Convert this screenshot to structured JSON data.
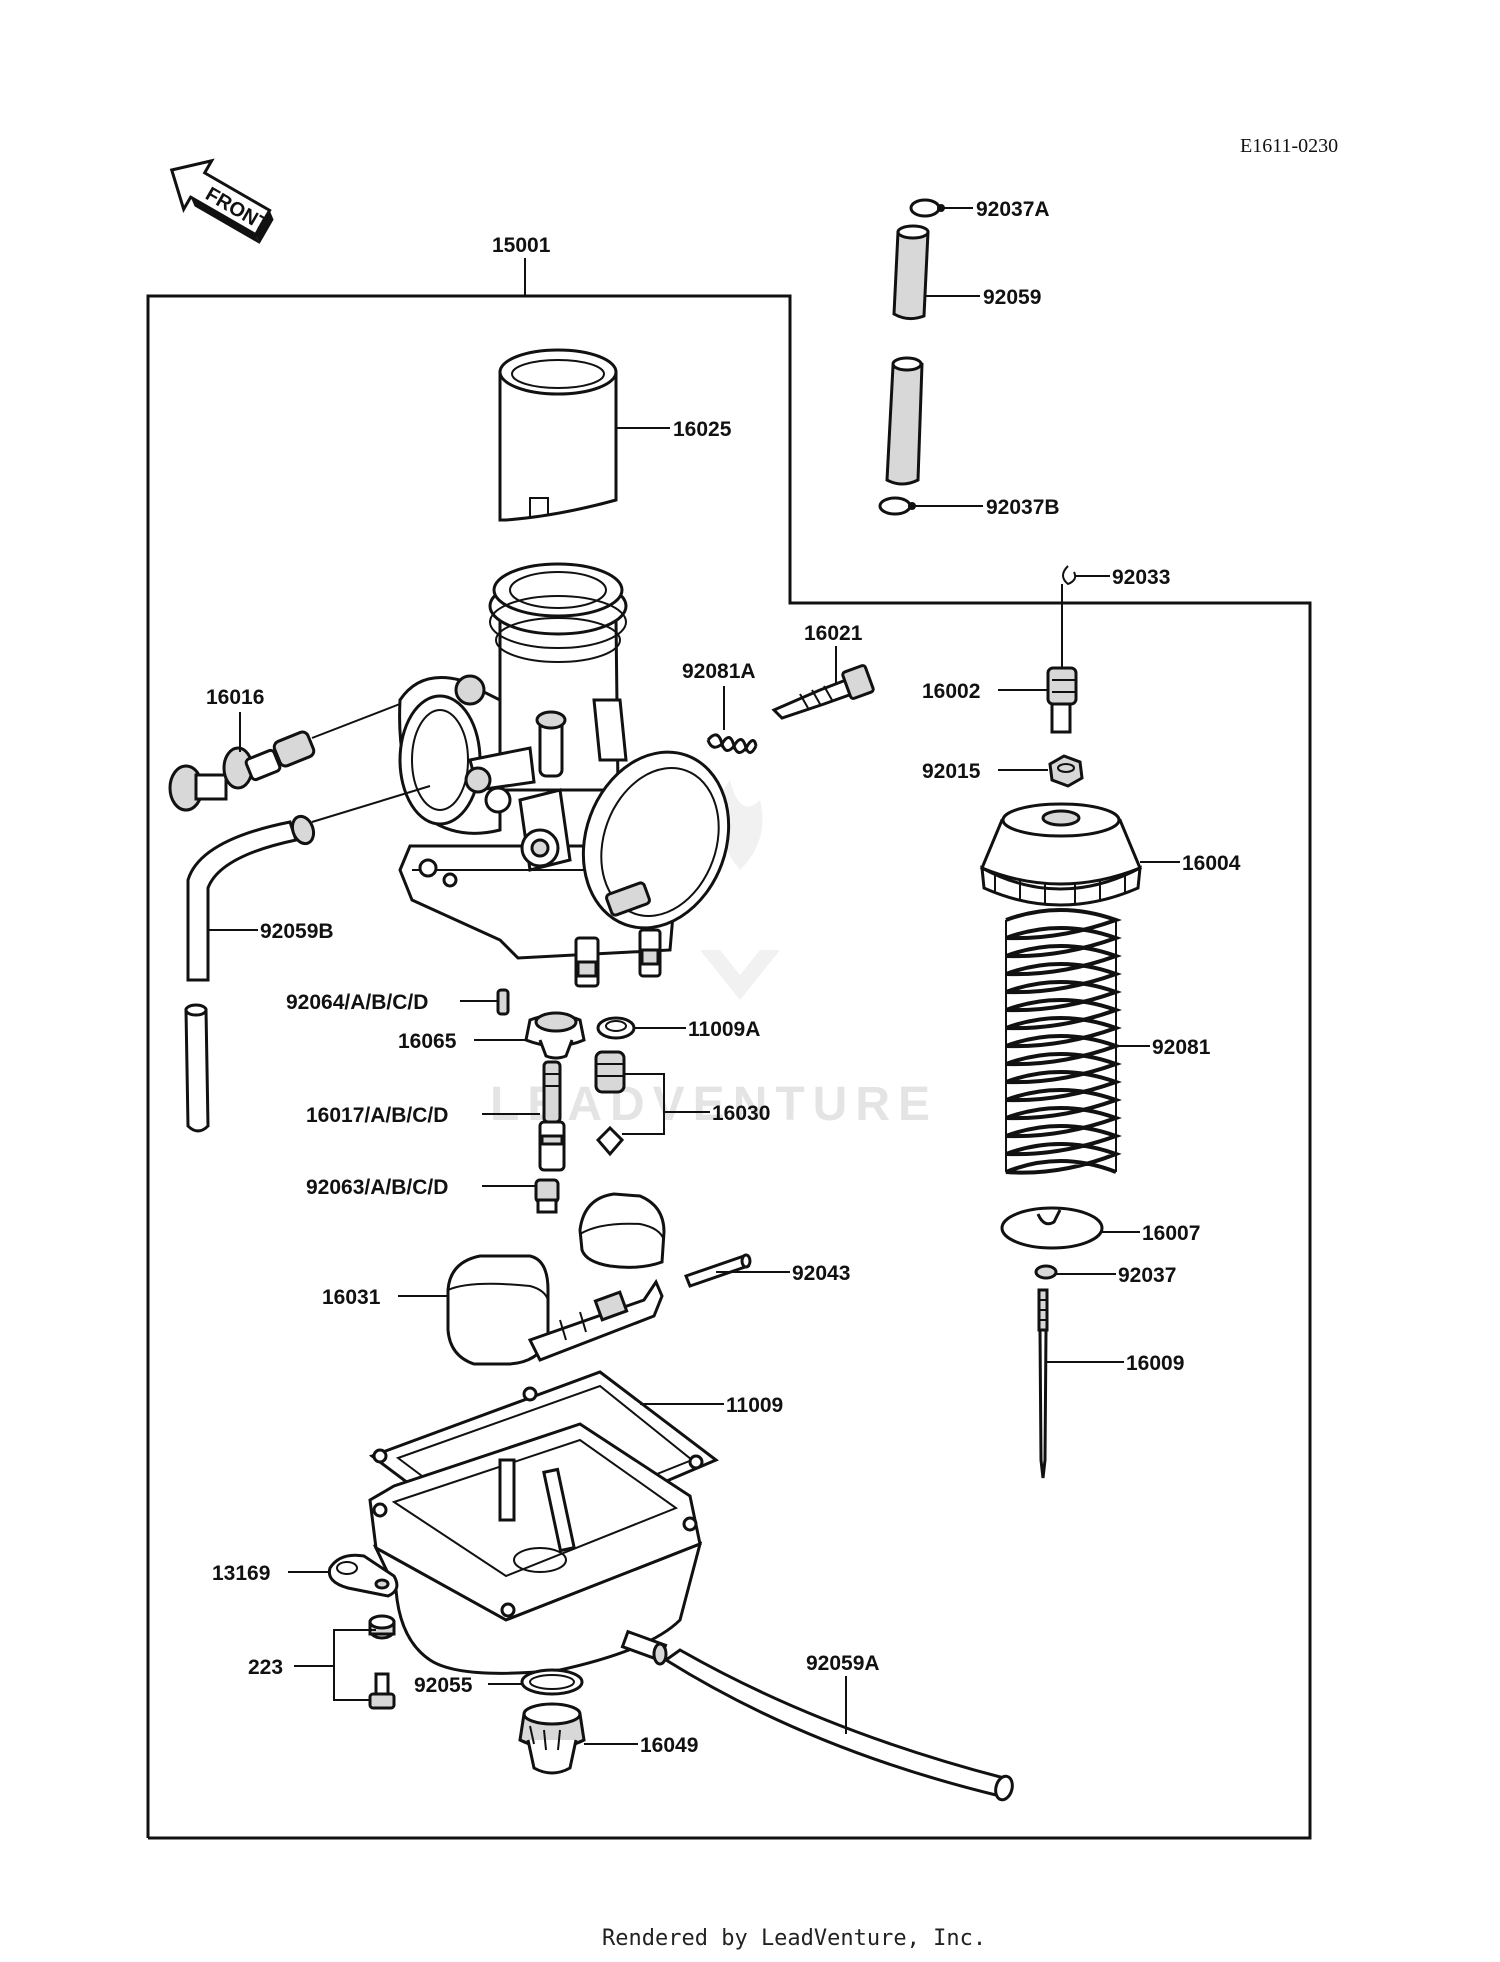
{
  "diagram": {
    "ref_code": "E1611-0230",
    "front_arrow_label": "FRONT",
    "watermark": "LEADVENTURE",
    "footer": "Rendered by LeadVenture, Inc.",
    "assembly_label": "15001",
    "callouts": {
      "p92037A": "92037A",
      "p92059": "92059",
      "p92037B": "92037B",
      "p16025": "16025",
      "p92033": "92033",
      "p16021": "16021",
      "p92081A": "92081A",
      "p16016": "16016",
      "p16002": "16002",
      "p92015": "92015",
      "p16004": "16004",
      "p92059B": "92059B",
      "p92081": "92081",
      "p92064": "92064/A/B/C/D",
      "p11009A": "11009A",
      "p16065": "16065",
      "p16017": "16017/A/B/C/D",
      "p16030": "16030",
      "p92063": "92063/A/B/C/D",
      "p16007": "16007",
      "p92037": "92037",
      "p16031": "16031",
      "p92043": "92043",
      "p16009": "16009",
      "p11009": "11009",
      "p13169": "13169",
      "p223": "223",
      "p92055": "92055",
      "p92059A": "92059A",
      "p16049": "16049"
    }
  }
}
